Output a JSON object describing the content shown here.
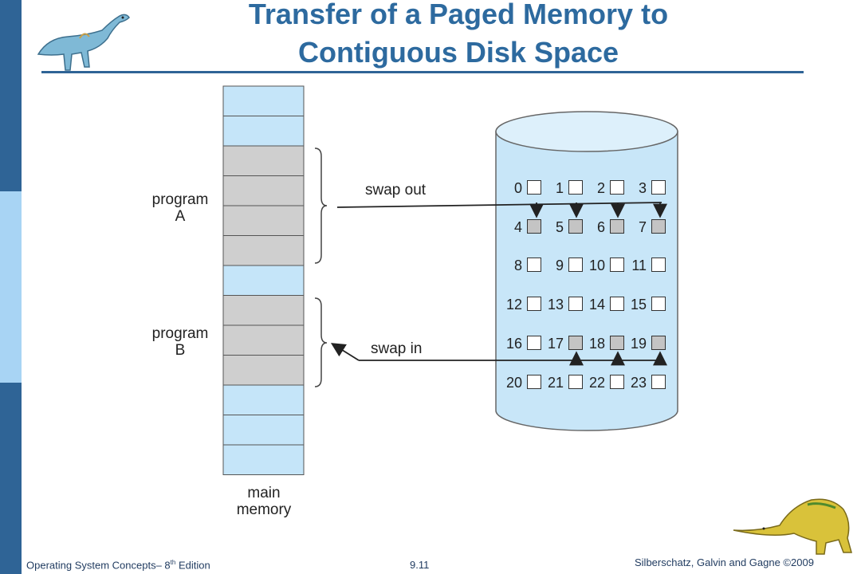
{
  "title_line1": "Transfer of a Paged Memory to",
  "title_line2": "Contiguous Disk Space",
  "labels": {
    "program_a_line1": "program",
    "program_a_line2": "A",
    "program_b_line1": "program",
    "program_b_line2": "B",
    "swap_out": "swap out",
    "swap_in": "swap in",
    "main_memory_line1": "main",
    "main_memory_line2": "memory"
  },
  "memory_frames": [
    "free",
    "free",
    "program-A",
    "program-A",
    "program-A",
    "program-A",
    "free",
    "program-B",
    "program-B",
    "program-B",
    "free",
    "free",
    "free"
  ],
  "disk_blocks": [
    "0",
    "1",
    "2",
    "3",
    "4",
    "5",
    "6",
    "7",
    "8",
    "9",
    "10",
    "11",
    "12",
    "13",
    "14",
    "15",
    "16",
    "17",
    "18",
    "19",
    "20",
    "21",
    "22",
    "23"
  ],
  "disk_filled_blocks": [
    4,
    5,
    6,
    7,
    17,
    18,
    19
  ],
  "colors": {
    "sidebar_dark": "#2f6496",
    "sidebar_light": "#a8d4f4",
    "title": "#2d6a9f",
    "memory_free": "#c5e5f9",
    "memory_used": "#cfcfcf",
    "disk_fill": "#c8e6f8",
    "disk_block_filled": "#c4c4c4"
  },
  "footer": {
    "book_prefix": "Operating System Concepts– 8",
    "book_sup": "th",
    "book_suffix": " Edition",
    "page": "9.11",
    "copyright": "Silberschatz, Galvin and Gagne ©2009"
  }
}
